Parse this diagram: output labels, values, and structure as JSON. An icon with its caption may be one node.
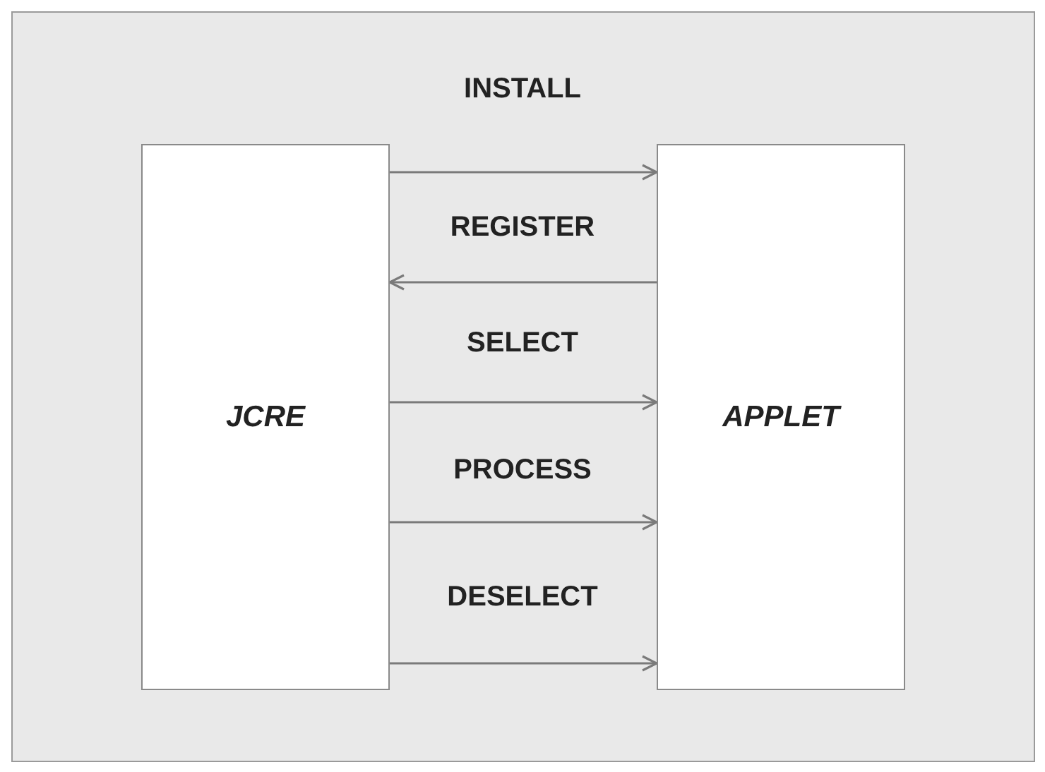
{
  "diagram": {
    "nodes": [
      {
        "text": [
          "JCRE"
        ]
      },
      {
        "text": [
          "APPLET"
        ]
      }
    ],
    "edges": [
      {
        "from": 0,
        "to": 1,
        "arrow": "to",
        "label": "INSTALL"
      },
      {
        "from": 1,
        "to": 0,
        "arrow": "to",
        "label": "REGISTER"
      },
      {
        "from": 0,
        "to": 1,
        "arrow": "to",
        "label": "SELECT"
      },
      {
        "from": 0,
        "to": 1,
        "arrow": "to",
        "label": "PROCESS"
      },
      {
        "from": 0,
        "to": 1,
        "arrow": "to",
        "label": "DESELECT"
      }
    ]
  }
}
